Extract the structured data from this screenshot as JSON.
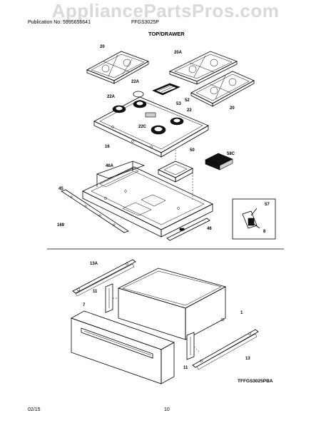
{
  "watermark": "AppliancePartsPros.com",
  "header": {
    "publication": "Publication No: 5995656641",
    "model": "FFGS3025P"
  },
  "section_title": "TOP/DRAWER",
  "callouts": {
    "c20a_left": "20",
    "c20a_right": "20A",
    "c20_right": "20",
    "c22a_top": "22A",
    "c22a_left": "22A",
    "c52": "52",
    "c53": "53",
    "c22": "22",
    "c22c": "22C",
    "c16": "16",
    "c50": "50",
    "c58c": "58C",
    "c46a": "46A",
    "c45": "45",
    "c169": "169",
    "c46": "46",
    "c57": "57",
    "c8": "8",
    "c13a": "13A",
    "c11_left": "11",
    "c7": "7",
    "c1": "1",
    "c11_right": "11",
    "c13": "13"
  },
  "diagram_code": "TFFGS3025PBA",
  "footer": {
    "date": "02/15",
    "page": "10"
  }
}
